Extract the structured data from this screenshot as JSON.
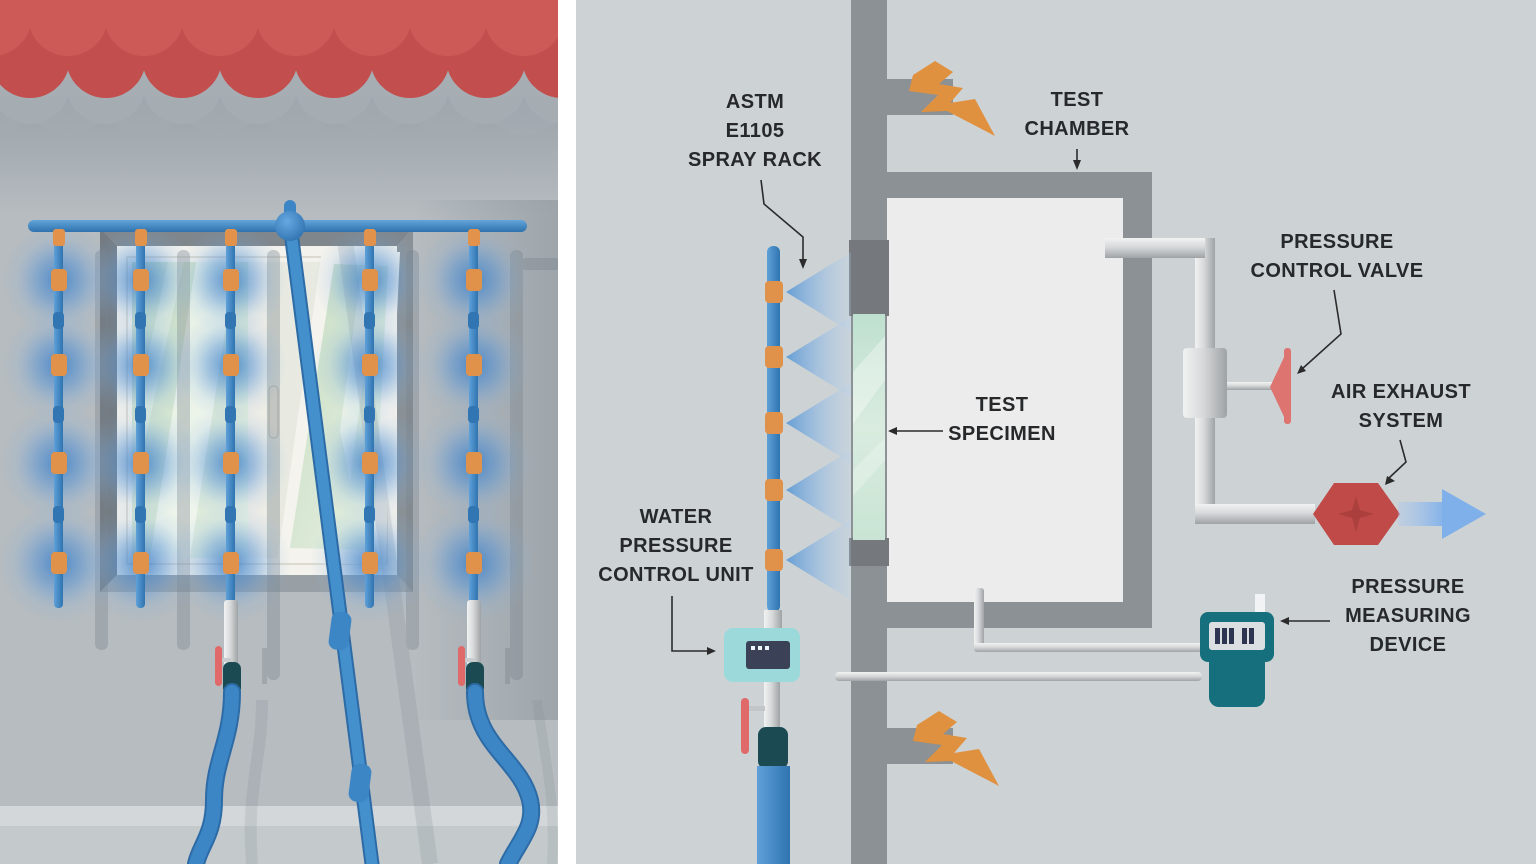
{
  "labels": {
    "spray_rack": {
      "l1": "ASTM",
      "l2": "E1105",
      "l3": "SPRAY RACK"
    },
    "test_chamber": {
      "l1": "TEST",
      "l2": "CHAMBER"
    },
    "pressure_control_valve": {
      "l1": "PRESSURE",
      "l2": "CONTROL VALVE"
    },
    "air_exhaust": {
      "l1": "AIR EXHAUST",
      "l2": "SYSTEM"
    },
    "test_specimen": {
      "l1": "TEST",
      "l2": "SPECIMEN"
    },
    "water_pressure_control_unit": {
      "l1": "WATER",
      "l2": "PRESSURE",
      "l3": "CONTROL UNIT"
    },
    "pressure_measuring_device": {
      "l1": "PRESSURE",
      "l2": "MEASURING",
      "l3": "DEVICE"
    }
  },
  "colors": {
    "right_panel_bg": "#cdd3d5",
    "left_wall": "#b6bcc0",
    "wall_gray": "#8b9194",
    "chamber_interior": "#ececec",
    "specimen_green": "#cfe6da",
    "pipe_blue": "#3d86c5",
    "nozzle_orange": "#e2924a",
    "hazard_orange": "#e0913f",
    "roof_red": "#ce5a58",
    "valve_handle_red": "#dd7470",
    "exhaust_fan_red": "#bf4a48",
    "device_teal": "#156f7d",
    "control_unit_teal": "#9cd9db",
    "display_navy": "#3b4156",
    "airflow_blue": "#7fb0ea",
    "label_text": "#26282a"
  }
}
